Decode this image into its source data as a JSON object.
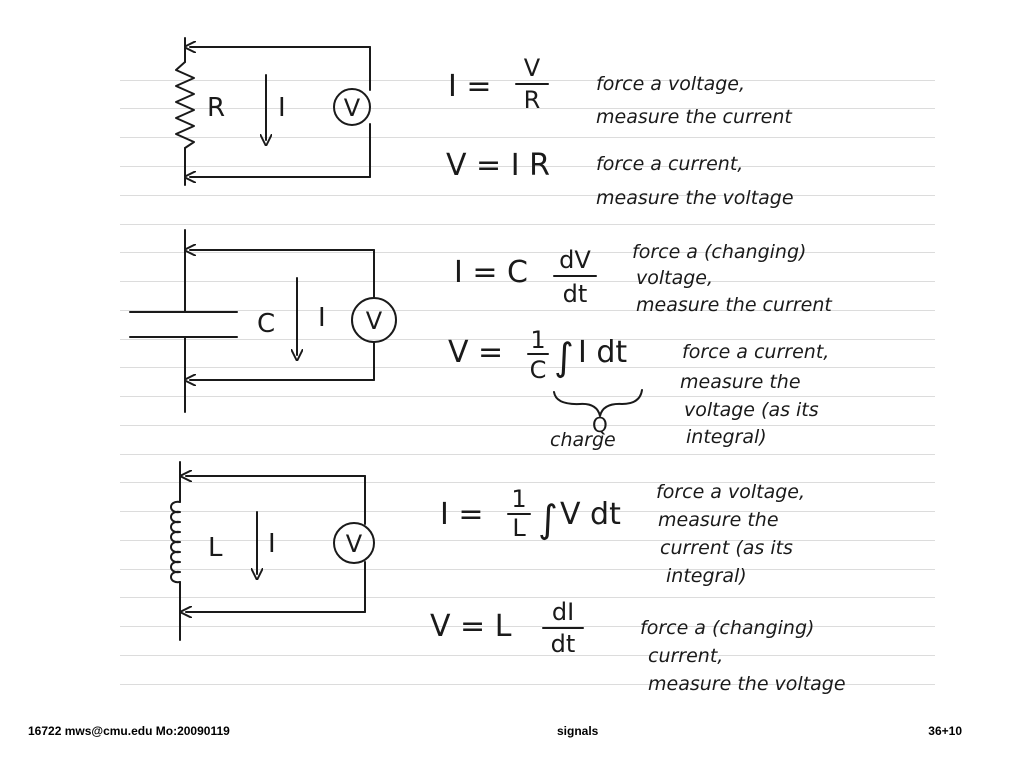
{
  "footer": {
    "left": "16722 mws@cmu.edu  Mo:20090119",
    "center": "signals",
    "right": "36+10"
  },
  "resistor": {
    "label_r": "R",
    "label_i": "I",
    "meter": "V",
    "eq1": {
      "lhs": "I =",
      "num": "V",
      "den": "R"
    },
    "note1": [
      "force a voltage,",
      "measure the current"
    ],
    "eq2": "V = I R",
    "note2": [
      "force a current,",
      "measure the voltage"
    ]
  },
  "capacitor": {
    "label_c": "C",
    "label_i": "I",
    "meter": "V",
    "eq1": {
      "lhs": "I = C",
      "num": "dV",
      "den": "dt"
    },
    "note1": [
      "force a (changing)",
      "voltage,",
      "measure the current"
    ],
    "eq2": {
      "lhs": "V =",
      "num": "1",
      "den": "C",
      "integral": "∫",
      "rhs": "I dt"
    },
    "brace_labels": [
      "Q",
      "charge"
    ],
    "note2": [
      "force a current,",
      "measure the",
      "voltage (as its",
      "integral)"
    ]
  },
  "inductor": {
    "label_l": "L",
    "label_i": "I",
    "meter": "V",
    "eq1": {
      "lhs": "I =",
      "num": "1",
      "den": "L",
      "integral": "∫",
      "rhs": "V dt"
    },
    "note1": [
      "force a voltage,",
      "measure the",
      "current (as its",
      "integral)"
    ],
    "eq2": {
      "lhs": "V = L",
      "num": "dI",
      "den": "dt"
    },
    "note2": [
      "force a (changing)",
      "current,",
      "measure the voltage"
    ]
  }
}
